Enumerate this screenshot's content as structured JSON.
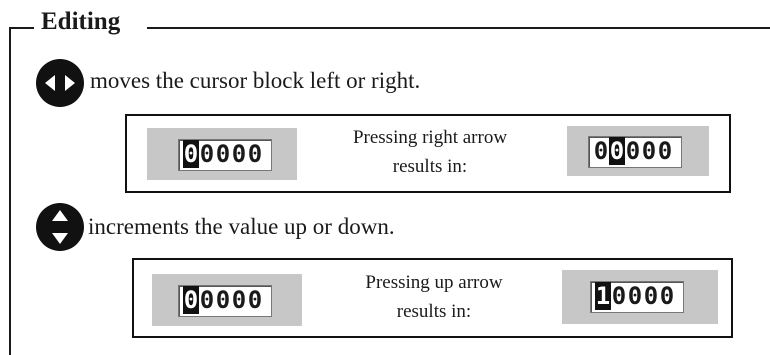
{
  "section": {
    "title": "Editing"
  },
  "left_right": {
    "icon": "left-right-arrows-icon",
    "text": "moves the cursor block left or right.",
    "example": {
      "before_digits": [
        "0",
        "0",
        "0",
        "0",
        "0"
      ],
      "before_cursor_index": 0,
      "caption_line1": "Pressing right arrow",
      "caption_line2": "results in:",
      "after_digits": [
        "0",
        "0",
        "0",
        "0",
        "0"
      ],
      "after_cursor_index": 1
    }
  },
  "up_down": {
    "icon": "up-down-arrows-icon",
    "text": "increments the value up or down.",
    "example": {
      "before_digits": [
        "0",
        "0",
        "0",
        "0",
        "0"
      ],
      "before_cursor_index": 0,
      "caption_line1": "Pressing up arrow",
      "caption_line2": "results in:",
      "after_digits": [
        "1",
        "0",
        "0",
        "0",
        "0"
      ],
      "after_cursor_index": 0
    }
  }
}
